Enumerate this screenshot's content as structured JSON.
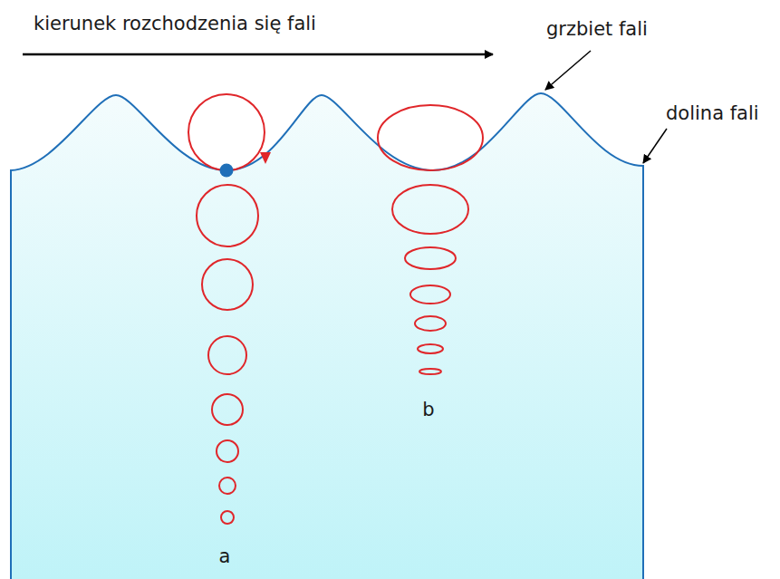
{
  "diagram": {
    "labels": [
      "kierunek rozchodzenia się fali",
      "grzbiet fali",
      "dolina fali",
      "a",
      "b"
    ]
  }
}
